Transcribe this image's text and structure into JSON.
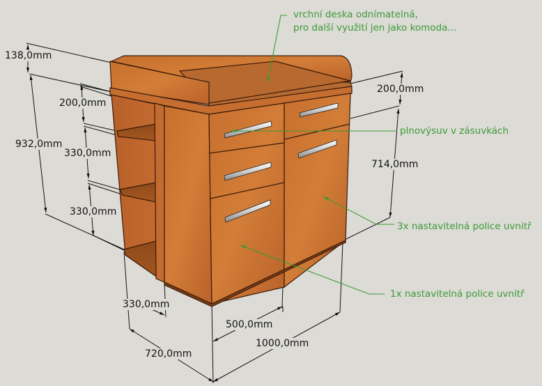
{
  "diagram": {
    "subject": "changing table / dresser 3D model with dimensions",
    "colors": {
      "background": "#dcdbd6",
      "wood": "#c8702e",
      "wood_dark": "#8e4a1c",
      "handle": "#d9d9d9",
      "annotation_green": "#3d9a36",
      "dimension_black": "#111111"
    },
    "dimensions": {
      "top_rail_height": "138,0mm",
      "top_shelf_gap": "200,0mm",
      "total_height": "932,0mm",
      "shelf_gap_1": "330,0mm",
      "shelf_gap_2": "330,0mm",
      "right_top_height": "200,0mm",
      "body_height": "714,0mm",
      "shelf_width": "330,0mm",
      "depth": "720,0mm",
      "cabinet_width": "500,0mm",
      "total_width": "1000,0mm"
    },
    "annotations": {
      "top_line1": "vrchní deska odnímatelná,",
      "top_line2": "pro další využití jen jako komoda...",
      "drawers": "plnovýsuv v zásuvkách",
      "door_shelves": "3x nastavitelná police uvnitř",
      "lower_shelf": "1x nastavitelná police uvnitř"
    }
  }
}
